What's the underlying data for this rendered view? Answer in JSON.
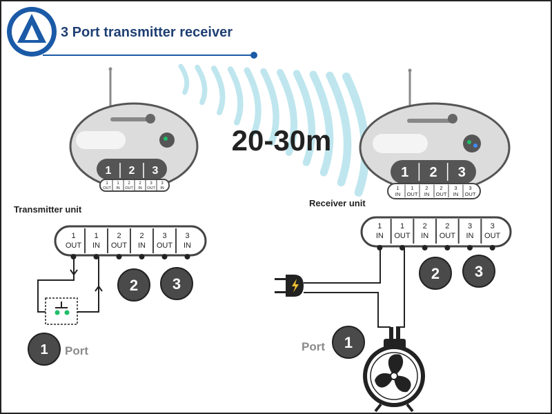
{
  "header": {
    "title": "3 Port transmitter receiver",
    "logo_letter": "A"
  },
  "distance_label": "20-30m",
  "transmitter": {
    "label": "Transmitter unit",
    "device_ports": [
      "1",
      "2",
      "3"
    ],
    "device_terminals": [
      {
        "num": "1",
        "io": "OUT"
      },
      {
        "num": "1",
        "io": "IN"
      },
      {
        "num": "2",
        "io": "OUT"
      },
      {
        "num": "2",
        "io": "IN"
      },
      {
        "num": "3",
        "io": "OUT"
      },
      {
        "num": "3",
        "io": "IN"
      }
    ],
    "terminals": [
      {
        "num": "1",
        "io": "OUT"
      },
      {
        "num": "1",
        "io": "IN"
      },
      {
        "num": "2",
        "io": "OUT"
      },
      {
        "num": "2",
        "io": "IN"
      },
      {
        "num": "3",
        "io": "OUT"
      },
      {
        "num": "3",
        "io": "IN"
      }
    ],
    "port_badges": [
      "2",
      "3"
    ],
    "port_caption_number": "1",
    "port_caption_text": "Port"
  },
  "receiver": {
    "label": "Receiver unit",
    "device_ports": [
      "1",
      "2",
      "3"
    ],
    "device_terminals": [
      {
        "num": "1",
        "io": "IN"
      },
      {
        "num": "1",
        "io": "OUT"
      },
      {
        "num": "2",
        "io": "IN"
      },
      {
        "num": "2",
        "io": "OUT"
      },
      {
        "num": "3",
        "io": "IN"
      },
      {
        "num": "3",
        "io": "OUT"
      }
    ],
    "terminals": [
      {
        "num": "1",
        "io": "IN"
      },
      {
        "num": "1",
        "io": "OUT"
      },
      {
        "num": "2",
        "io": "IN"
      },
      {
        "num": "2",
        "io": "OUT"
      },
      {
        "num": "3",
        "io": "IN"
      },
      {
        "num": "3",
        "io": "OUT"
      }
    ],
    "port_badges": [
      "2",
      "3"
    ],
    "port_caption_number": "1",
    "port_caption_text": "Port"
  },
  "icons": {
    "logo": "logo-icon",
    "signal": "signal-waves-icon",
    "switch": "push-button-switch-icon",
    "plug": "power-plug-icon",
    "fan": "fan-icon"
  },
  "colors": {
    "brand_blue": "#1b5aa6",
    "title_text": "#1f3f73",
    "signal_wave": "#bfe6ee",
    "device_body": "#dcdcdc",
    "device_panel": "#6a6a6a",
    "badge_dark": "#4a4a4a",
    "led_green": "#1fbf6a"
  }
}
